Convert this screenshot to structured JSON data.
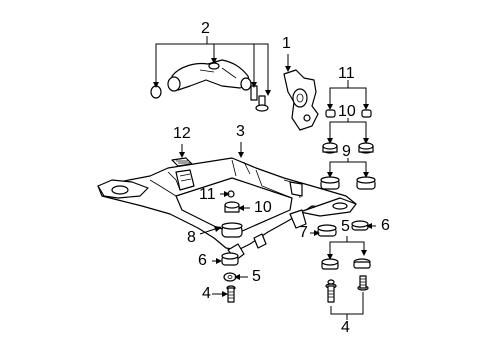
{
  "diagram": {
    "callouts": [
      {
        "id": "c1",
        "text": "1"
      },
      {
        "id": "c2",
        "text": "2"
      },
      {
        "id": "c3",
        "text": "3"
      },
      {
        "id": "c4a",
        "text": "4"
      },
      {
        "id": "c4b",
        "text": "4"
      },
      {
        "id": "c5a",
        "text": "5"
      },
      {
        "id": "c5b",
        "text": "5"
      },
      {
        "id": "c6a",
        "text": "6"
      },
      {
        "id": "c6b",
        "text": "6"
      },
      {
        "id": "c7",
        "text": "7"
      },
      {
        "id": "c8",
        "text": "8"
      },
      {
        "id": "c9",
        "text": "9"
      },
      {
        "id": "c10a",
        "text": "10"
      },
      {
        "id": "c10b",
        "text": "10"
      },
      {
        "id": "c11a",
        "text": "11"
      },
      {
        "id": "c11b",
        "text": "11"
      },
      {
        "id": "c12",
        "text": "12"
      }
    ],
    "parts": [
      "lower-control-arm",
      "steering-knuckle",
      "engine-cradle-subframe",
      "mount-bolt",
      "retainer-washer",
      "lower-insulator",
      "upper-insulator",
      "cradle-bushing",
      "bushing-spacer",
      "cap-nut",
      "bracket-clip"
    ]
  }
}
